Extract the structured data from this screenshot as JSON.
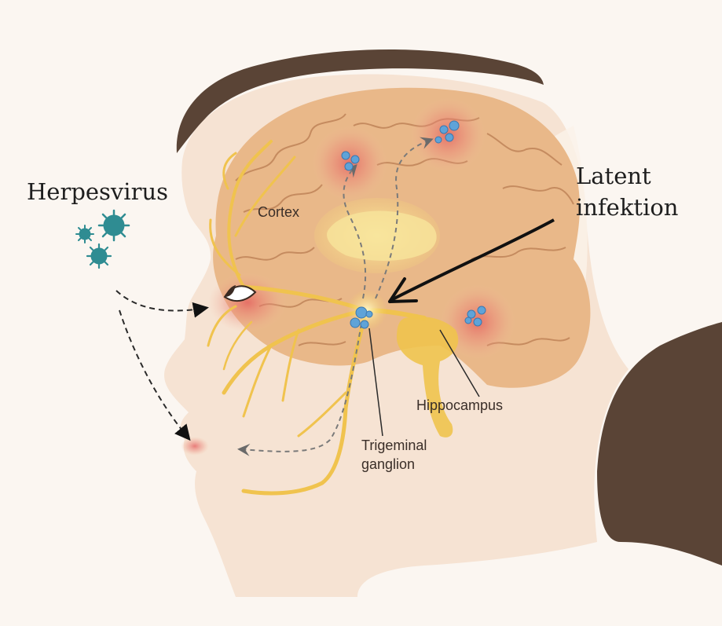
{
  "labels": {
    "herpesvirus": "Herpesvirus",
    "latent_line1": "Latent",
    "latent_line2": "infektion",
    "cortex": "Cortex",
    "trigeminal_line1": "Trigeminal",
    "trigeminal_line2": "ganglion",
    "hippocampus": "Hippocampus"
  },
  "colors": {
    "background": "#fbf6f1",
    "skin": "#f6e3d3",
    "hair": "#5a4436",
    "brain": "#e9b889",
    "nerve": "#f0c34e",
    "inflammation": "#e4595b",
    "virus": "#2f8c92",
    "virus_particle": "#5fa3d8",
    "arrow": "#111111"
  }
}
